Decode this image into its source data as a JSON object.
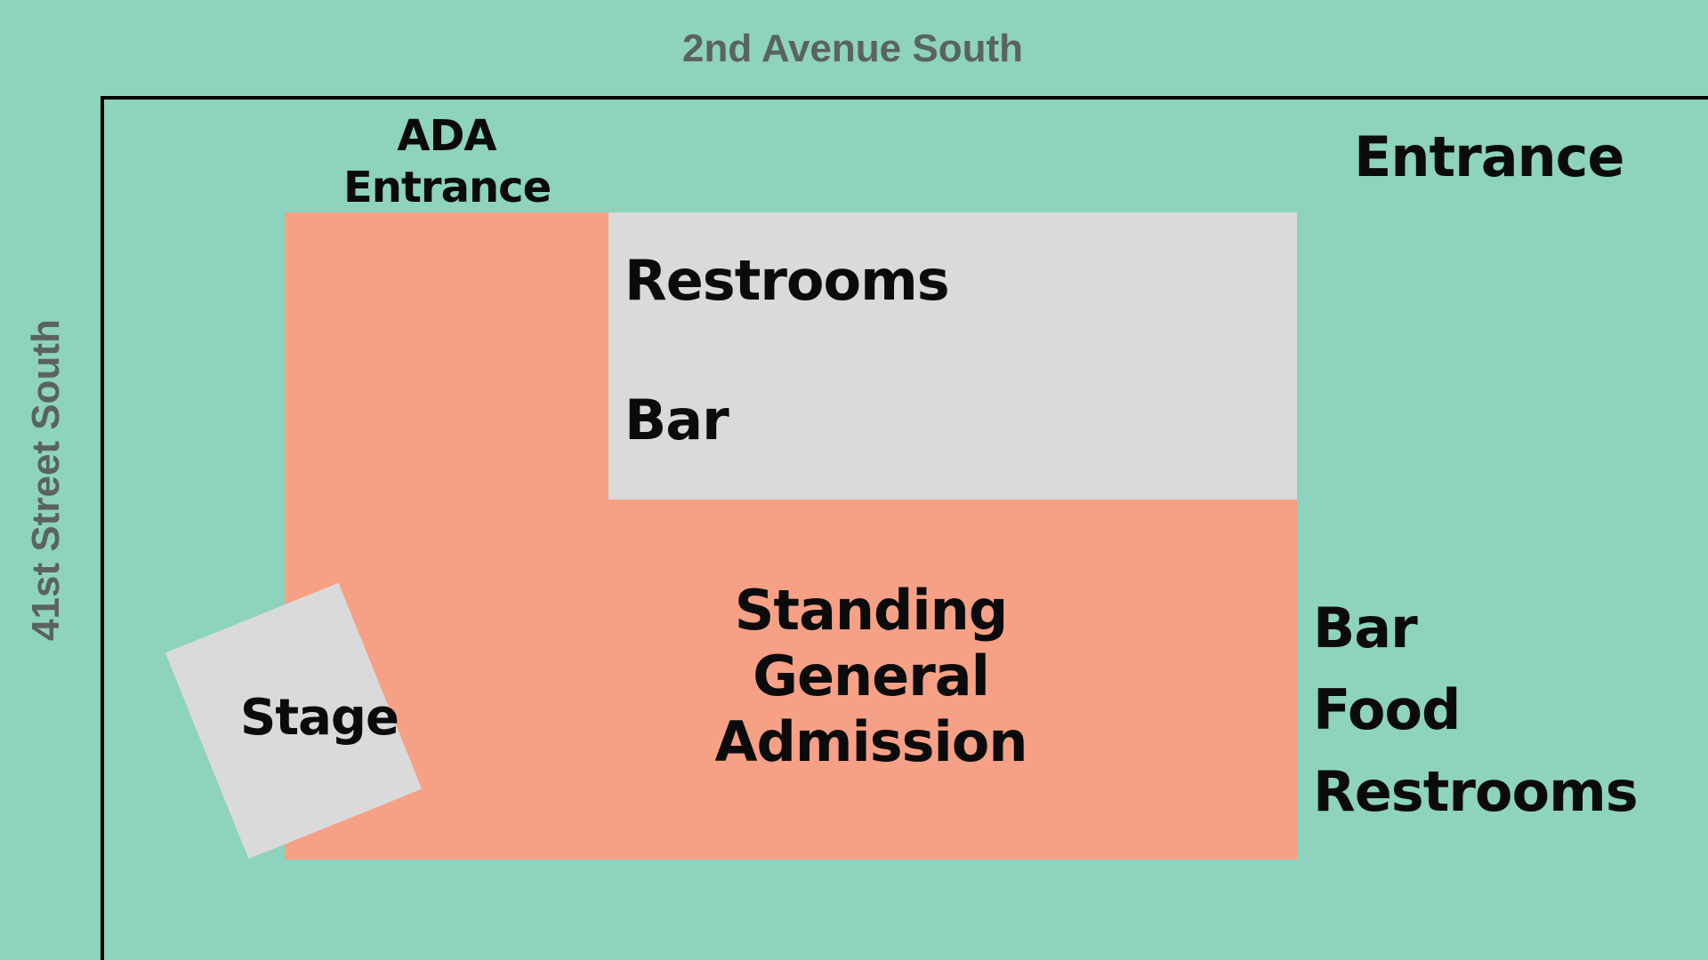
{
  "streets": {
    "top": "2nd Avenue South",
    "left": "41st Street South"
  },
  "labels": {
    "ada_entrance": [
      "ADA",
      "Entrance"
    ],
    "main_entrance": "Entrance",
    "restrooms_top": "Restrooms",
    "bar_top": "Bar",
    "standing": [
      "Standing",
      "General",
      "Admission"
    ],
    "stage": "Stage",
    "right_list": [
      "Bar",
      "Food",
      "Restrooms"
    ]
  },
  "colors": {
    "background": "#8dd3bd",
    "standing_area": "#f6a086",
    "facilities_area": "#dadada",
    "stage": "#dadada",
    "street_text": "#5a6360",
    "boundary": "#000000"
  }
}
